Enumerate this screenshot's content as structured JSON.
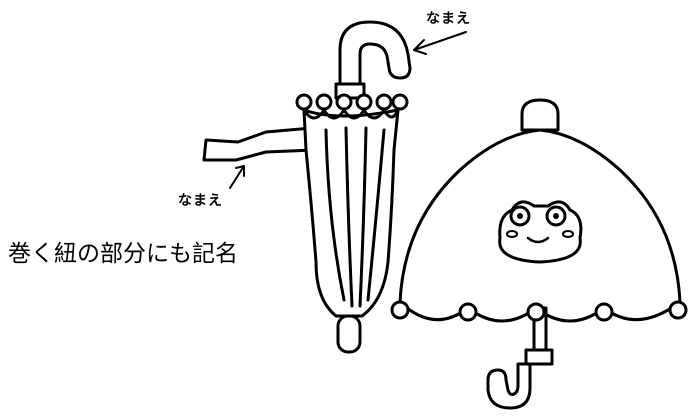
{
  "labels": {
    "name_top": "なまえ",
    "name_strap": "なまえ",
    "caption": "巻く紐の部分にも記名"
  },
  "colors": {
    "line": "#000000",
    "background": "#ffffff"
  },
  "illustrations": [
    "closed-umbrella",
    "open-umbrella",
    "frog-face",
    "strap",
    "arrow"
  ]
}
